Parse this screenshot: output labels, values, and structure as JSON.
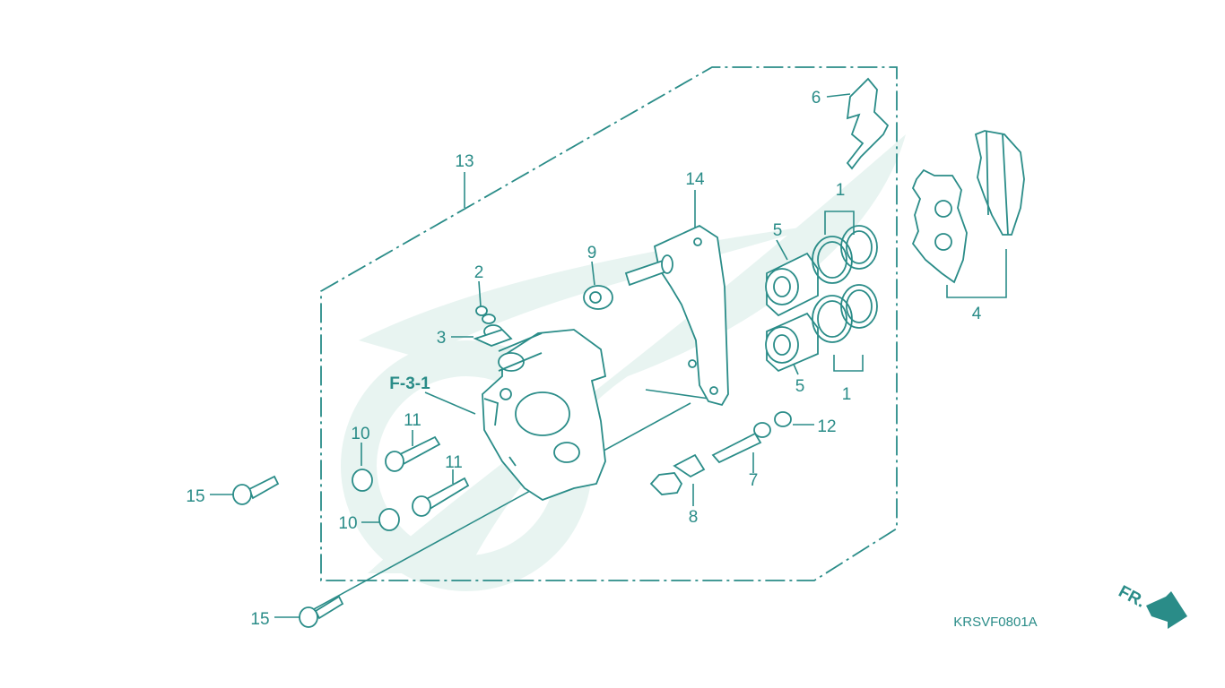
{
  "diagram": {
    "labels": {
      "p1a": "1",
      "p1b": "1",
      "p2": "2",
      "p3": "3",
      "p4": "4",
      "p5a": "5",
      "p5b": "5",
      "p6": "6",
      "p7": "7",
      "p8": "8",
      "p9": "9",
      "p10a": "10",
      "p10b": "10",
      "p11a": "11",
      "p11b": "11",
      "p12": "12",
      "p13": "13",
      "p14": "14",
      "p15a": "15",
      "p15b": "15"
    },
    "ref": "F-3-1",
    "code": "KRSVF0801A",
    "direction": "FR."
  },
  "colors": {
    "line": "#2a8c88",
    "watermark": "#e8f4f1"
  }
}
